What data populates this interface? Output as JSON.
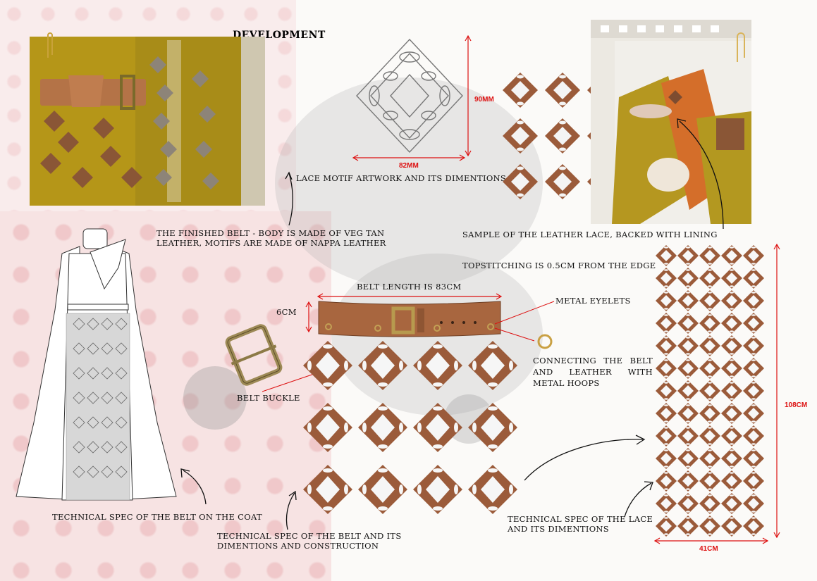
{
  "title": "DEVELOPMENT",
  "labels": {
    "finished_belt": "THE FINISHED BELT - BODY IS MADE OF VEG TAN LEATHER, MOTIFS ARE MADE OF NAPPA LEATHER",
    "lace_motif_artwork": "LACE MOTIF ARTWORK AND ITS DIMENTIONS",
    "sample_lace": "SAMPLE OF THE LEATHER LACE, BACKED WITH LINING",
    "topstitching": "TOPSTITCHING IS 0.5CM FROM THE EDGE",
    "belt_length": "BELT LENGTH IS  83CM",
    "metal_eyelets": "METAL EYELETS",
    "belt_buckle": "BELT BUCKLE",
    "connecting": "CONNECTING THE BELT AND LEATHER WITH METAL HOOPS",
    "tech_spec_coat": "TECHNICAL SPEC OF THE BELT ON THE COAT",
    "tech_spec_belt": "TECHNICAL SPEC OF THE BELT AND ITS DIMENTIONS AND CONSTRUCTION",
    "tech_spec_lace": "TECHNICAL SPEC OF THE LACE AND ITS DIMENTIONS"
  },
  "dimensions": {
    "motif_height": "90MM",
    "motif_width": "82MM",
    "belt_height": "6CM",
    "lace_height": "108CM",
    "lace_width": "41CM"
  },
  "colors": {
    "leather": "#9b5b3a",
    "mustard": "#b99a1e",
    "dimension": "#d11111"
  }
}
